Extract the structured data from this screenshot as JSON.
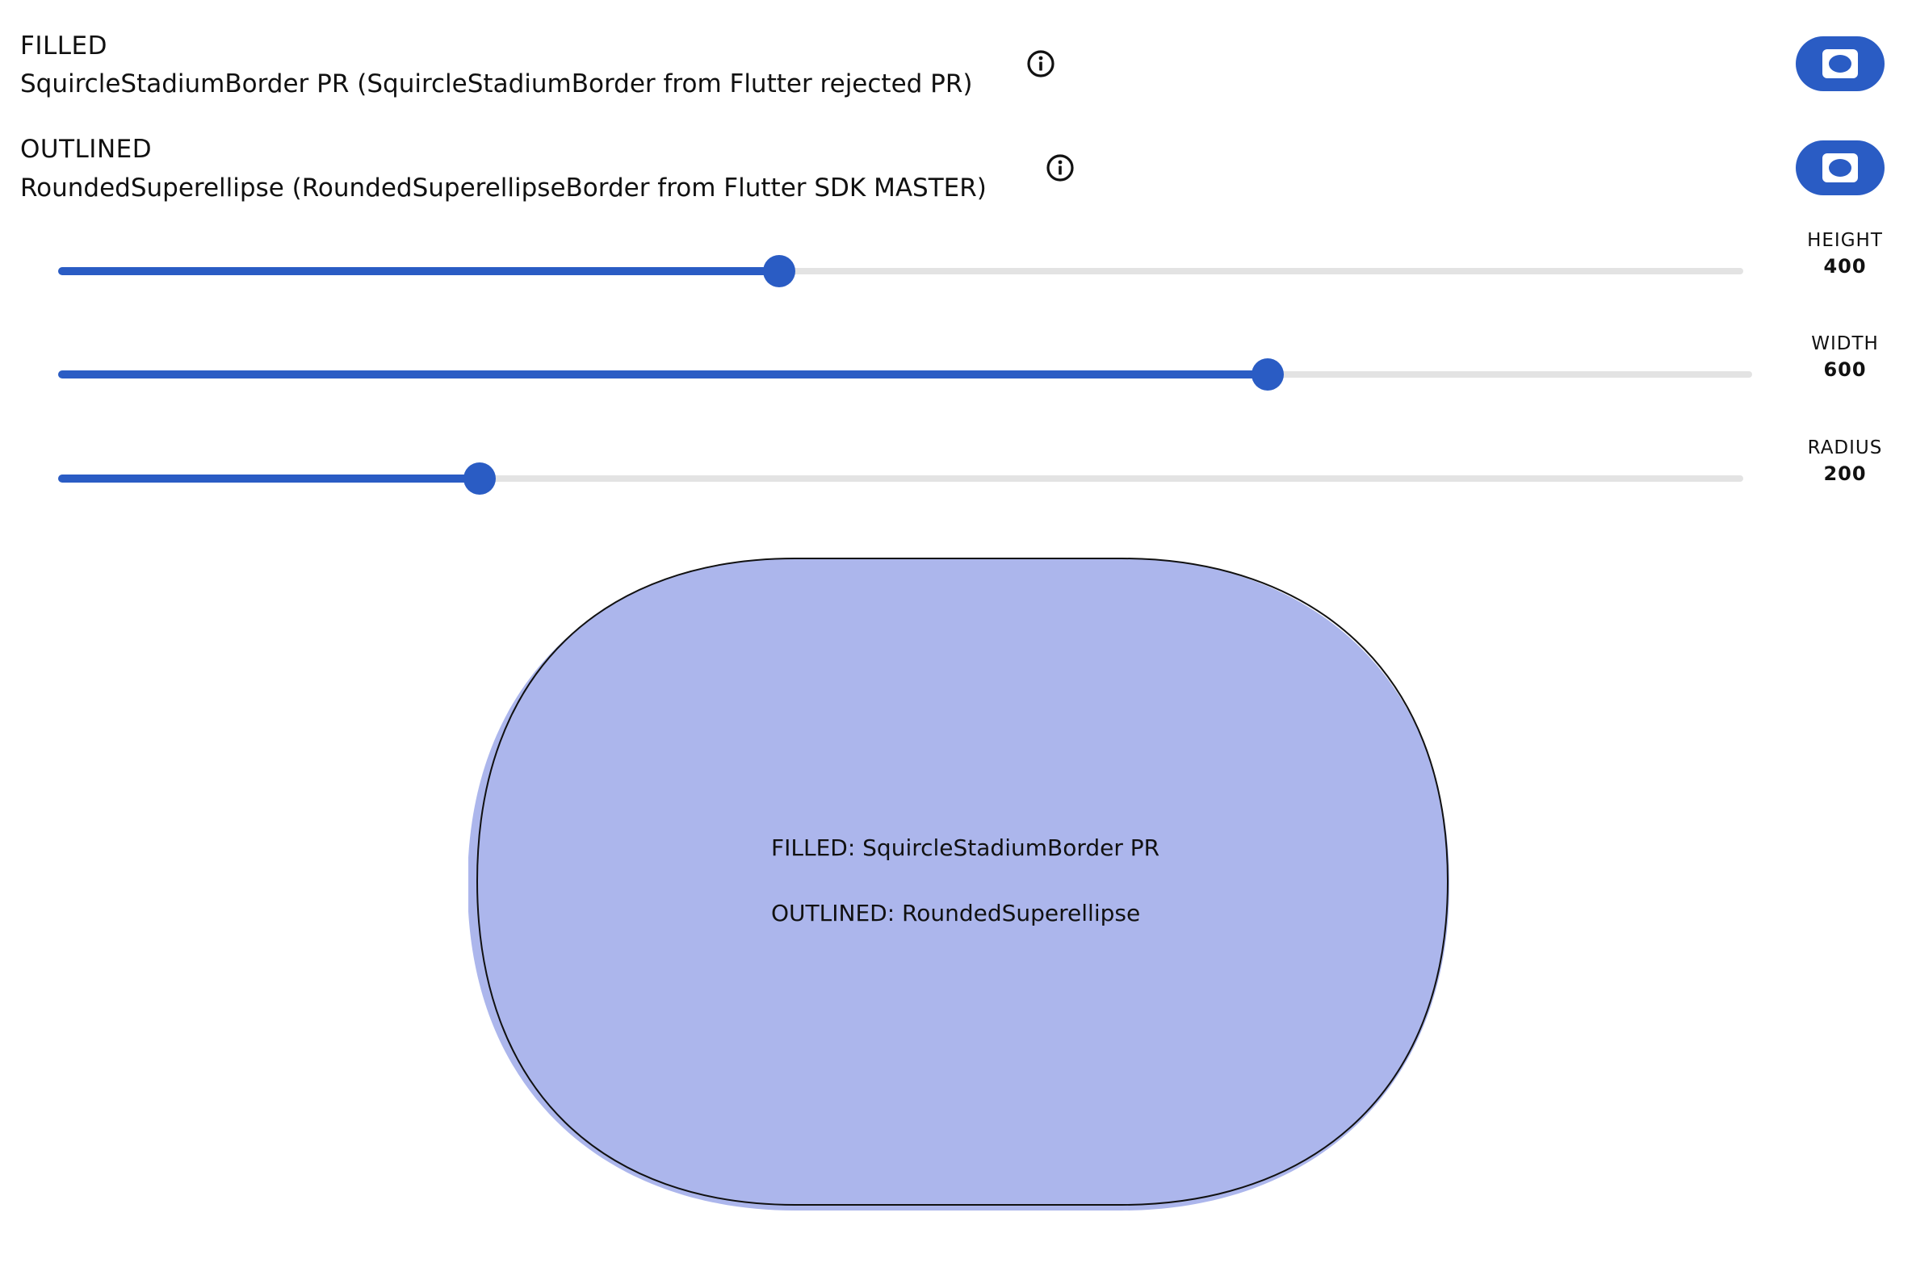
{
  "colors": {
    "accent": "#2a5cc4",
    "track": "#e3e3e3",
    "shape_fill": "#acb6ec",
    "shape_outline": "#111111",
    "info_icon": "#111111"
  },
  "filled": {
    "label": "FILLED",
    "description": "SquircleStadiumBorder PR (SquircleStadiumBorder from Flutter rejected PR)",
    "toggle_on": true
  },
  "outlined": {
    "label": "OUTLINED",
    "description": "RoundedSuperellipse (RoundedSuperellipseBorder from Flutter SDK MASTER)",
    "toggle_on": true
  },
  "sliders": {
    "height": {
      "label": "HEIGHT",
      "value": "400",
      "fraction": 0.4277
    },
    "width": {
      "label": "WIDTH",
      "value": "600",
      "fraction": 0.7138
    },
    "radius": {
      "label": "RADIUS",
      "value": "200",
      "fraction": 0.25
    }
  },
  "preview": {
    "filled_text": "FILLED: SquircleStadiumBorder PR",
    "outlined_text": "OUTLINED: RoundedSuperellipse"
  },
  "icons": {
    "info": "info-circle-icon",
    "toggle": "rounded-rect-shape-icon"
  }
}
